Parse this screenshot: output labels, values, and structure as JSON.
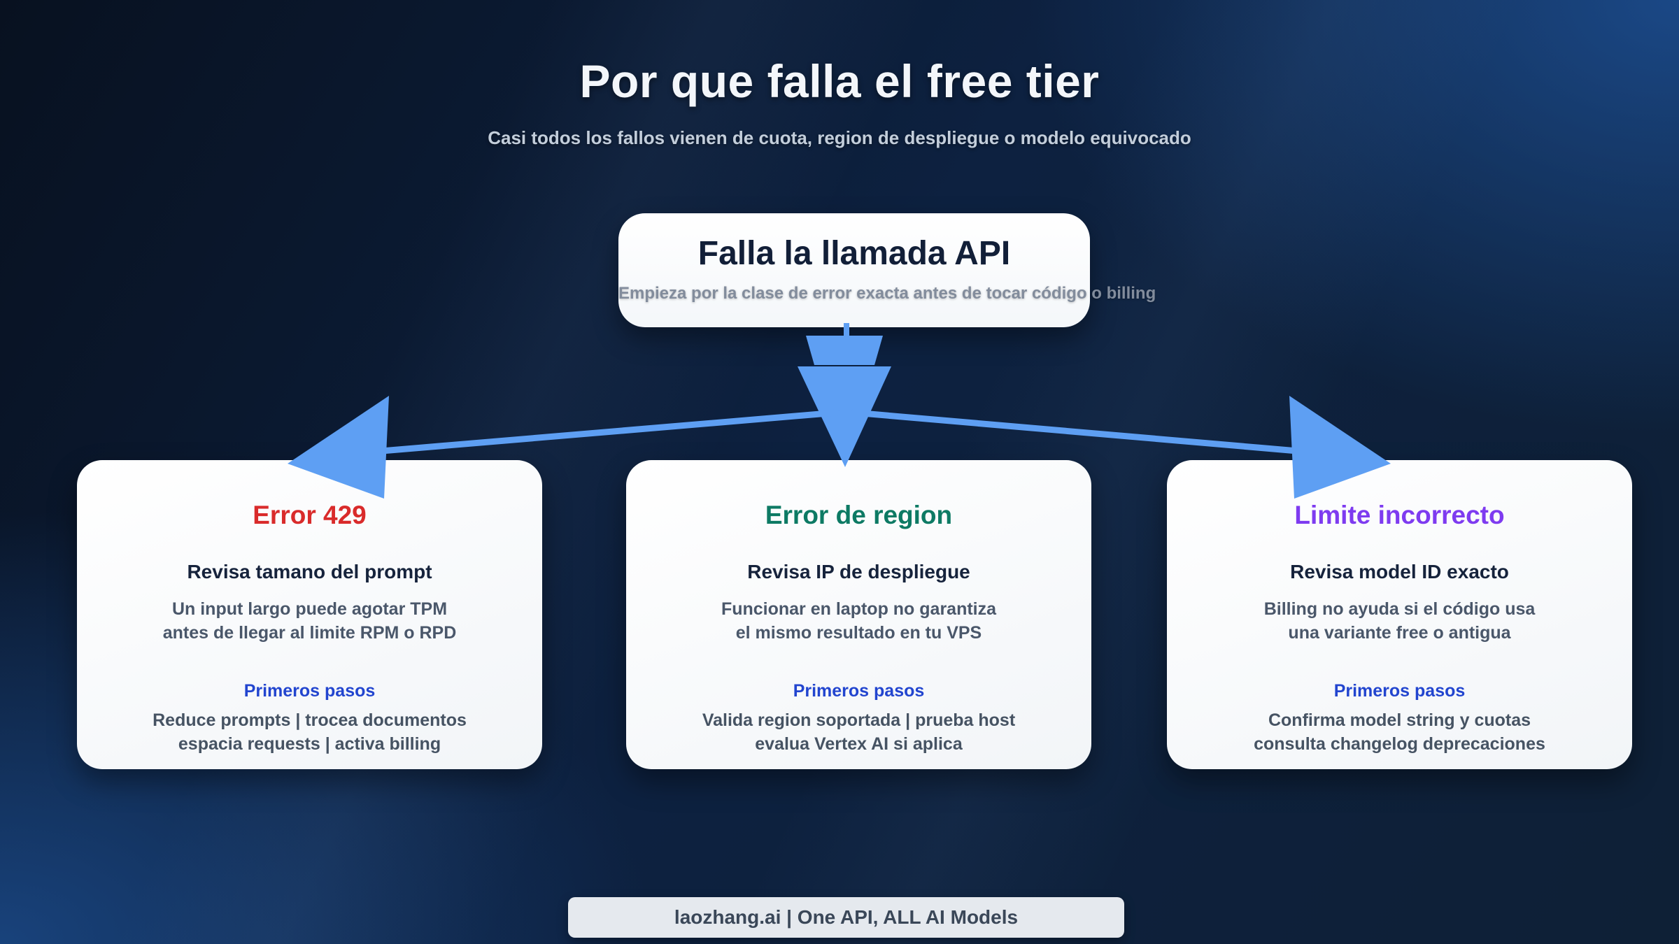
{
  "page": {
    "title": "Por que falla el free tier",
    "subtitle": "Casi todos los fallos vienen de cuota, region de despliegue o modelo equivocado"
  },
  "root_node": {
    "title": "Falla la llamada API",
    "subtitle": "Empieza por la clase de error exacta antes de tocar código o billing"
  },
  "cards": [
    {
      "title": "Error 429",
      "title_color": "#d92b2b",
      "heading": "Revisa tamano del prompt",
      "body_line1": "Un input largo puede agotar TPM",
      "body_line2": "antes de llegar al limite RPM o RPD",
      "steps_label": "Primeros pasos",
      "steps_line1": "Reduce prompts | trocea documentos",
      "steps_line2": "espacia requests | activa billing"
    },
    {
      "title": "Error de region",
      "title_color": "#0d7a64",
      "heading": "Revisa IP de despliegue",
      "body_line1": "Funcionar en laptop no garantiza",
      "body_line2": "el mismo resultado en tu VPS",
      "steps_label": "Primeros pasos",
      "steps_line1": "Valida region soportada | prueba host",
      "steps_line2": "evalua Vertex AI si aplica"
    },
    {
      "title": "Limite incorrecto",
      "title_color": "#7e3bf0",
      "heading": "Revisa model ID exacto",
      "body_line1": "Billing no ayuda si el código usa",
      "body_line2": "una variante free o antigua",
      "steps_label": "Primeros pasos",
      "steps_line1": "Confirma model string y cuotas",
      "steps_line2": "consulta changelog deprecaciones"
    }
  ],
  "footer": {
    "label": "laozhang.ai | One API, ALL AI Models"
  },
  "colors": {
    "arrow": "#5e9ff3",
    "link_blue": "#2245cf",
    "background_dark": "#081120",
    "background_light": "#1b4a8a",
    "card_background": "#f5f8fa"
  }
}
